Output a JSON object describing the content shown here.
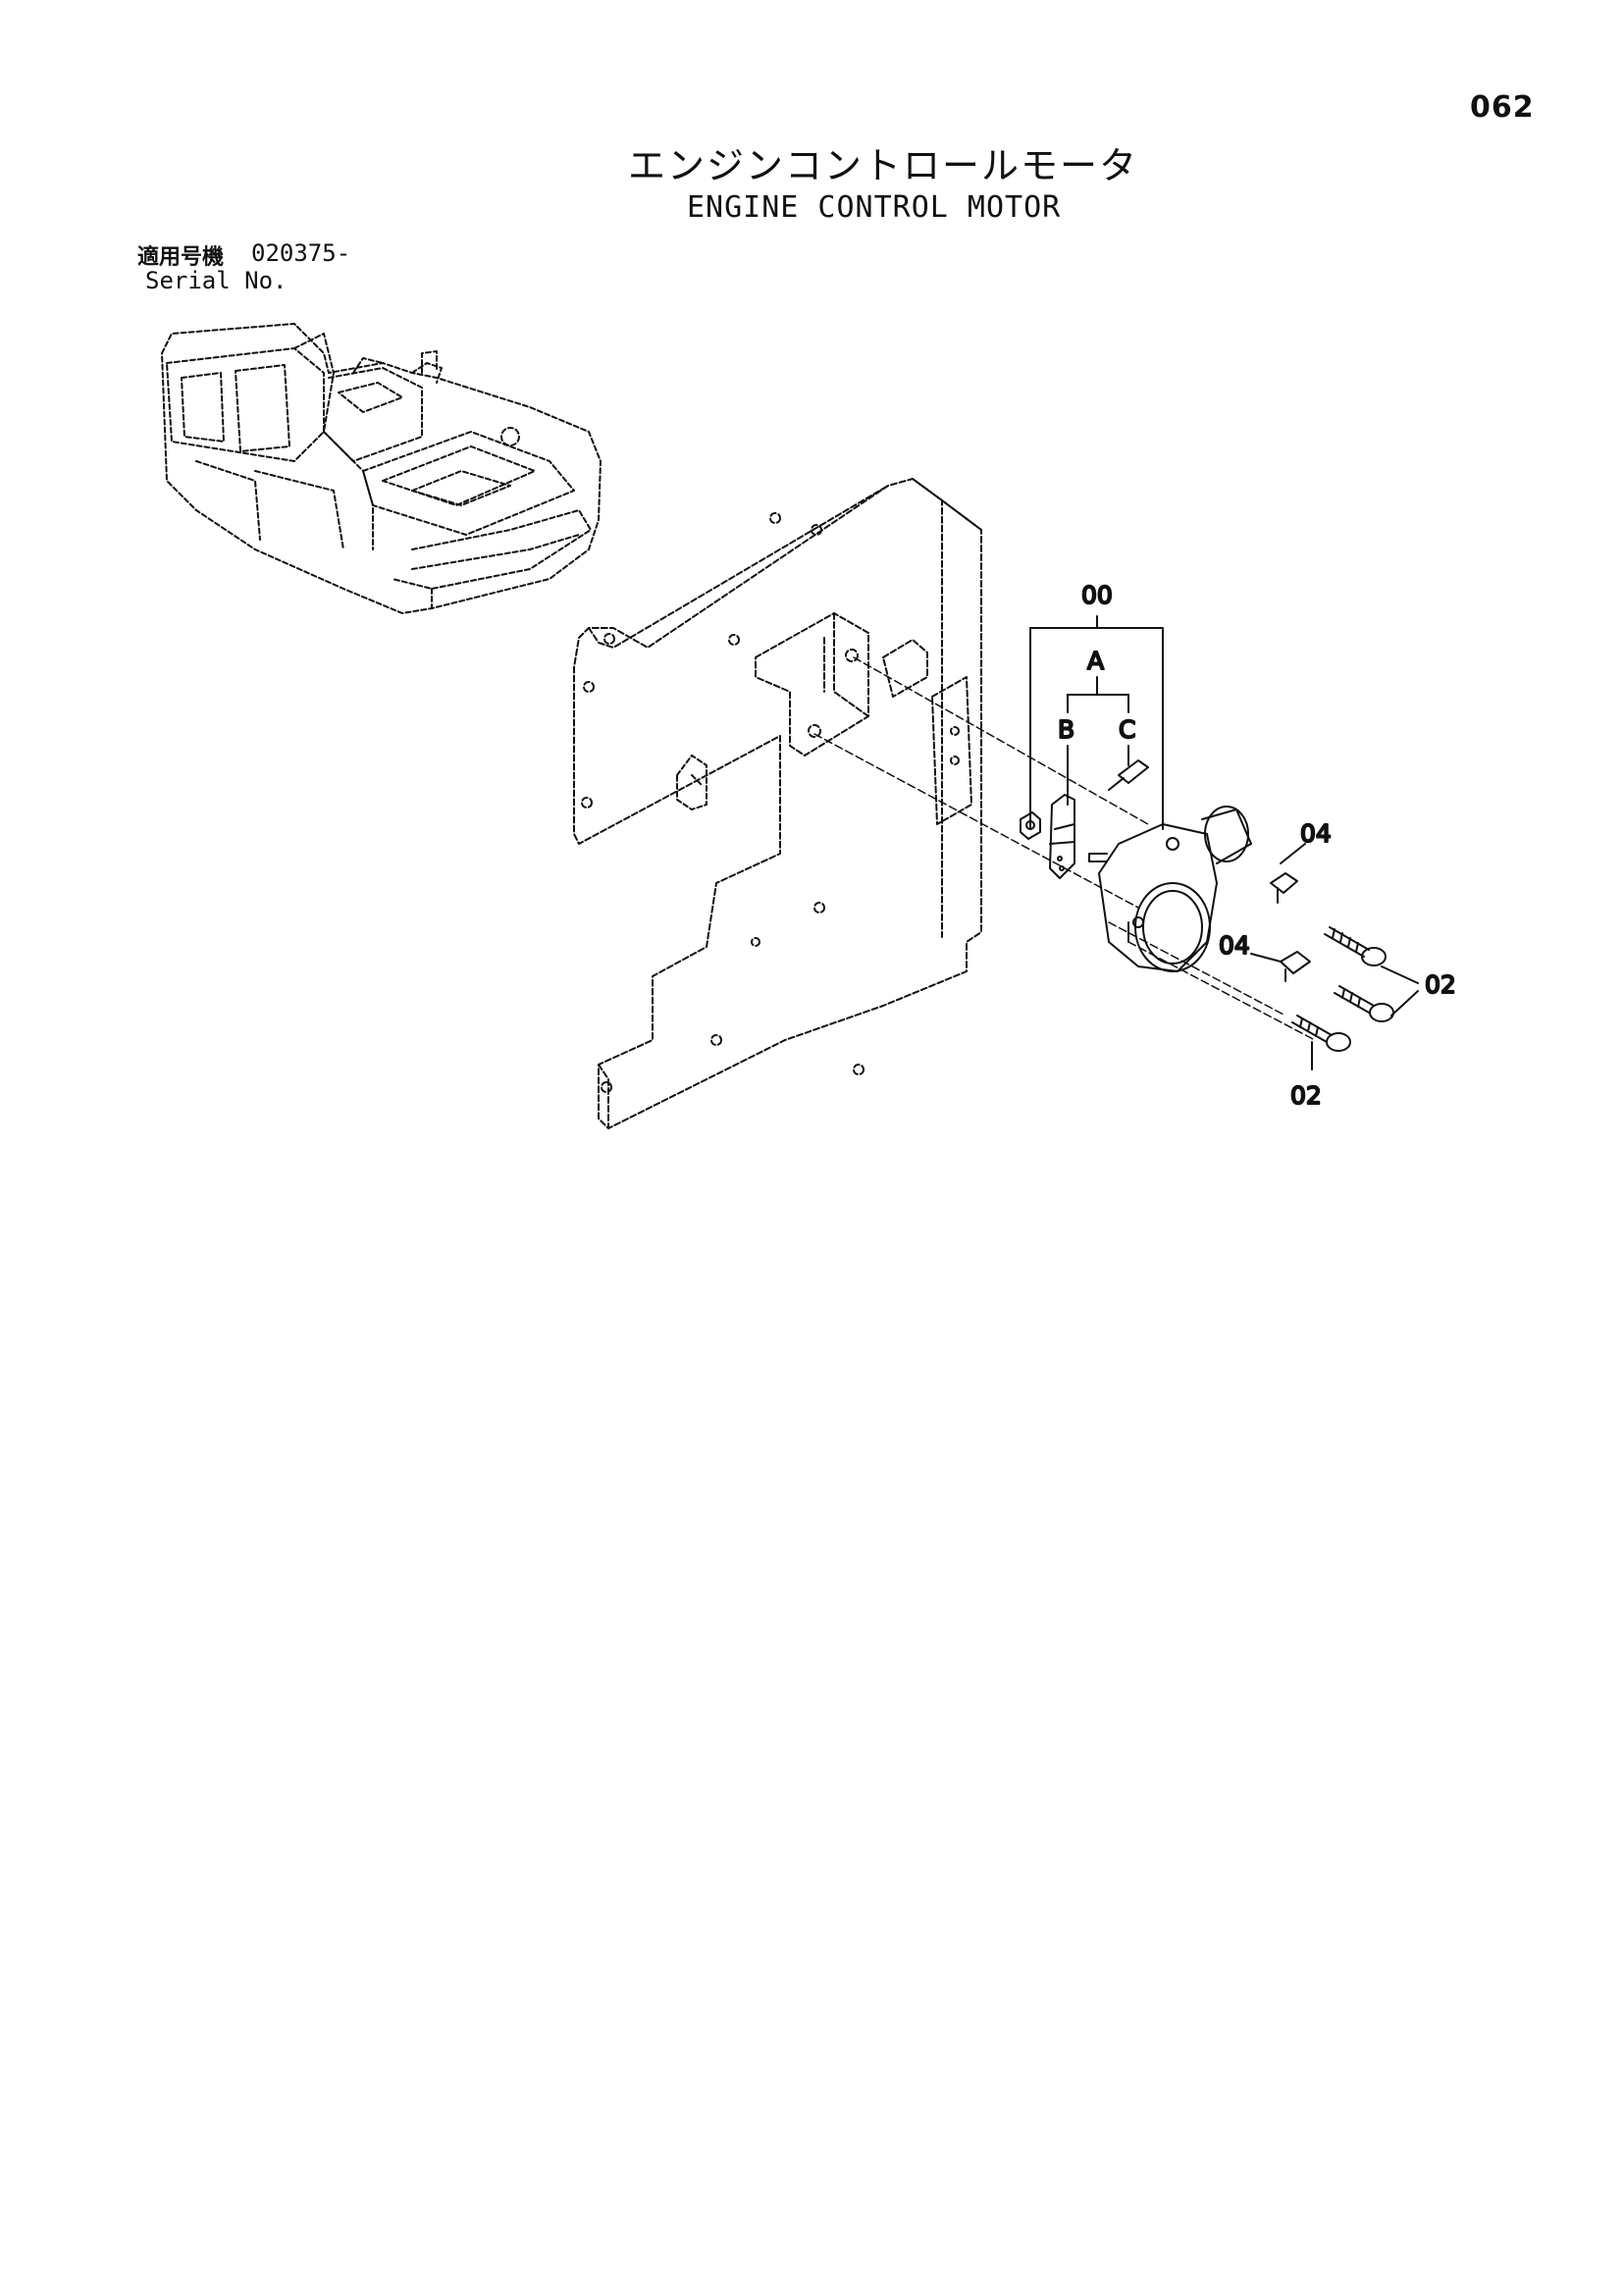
{
  "page": {
    "number": "062",
    "title_jp": "エンジンコントロールモータ",
    "title_en": "ENGINE CONTROL MOTOR"
  },
  "serial": {
    "label_jp": "適用号機",
    "value": "020375-",
    "label_en": "Serial No."
  },
  "callouts": {
    "assembly": "00",
    "sub_a": "A",
    "sub_b": "B",
    "sub_c": "C",
    "bracket_upper": "04",
    "bracket_lower": "04",
    "bolt_right": "02",
    "bolt_lower": "02"
  }
}
